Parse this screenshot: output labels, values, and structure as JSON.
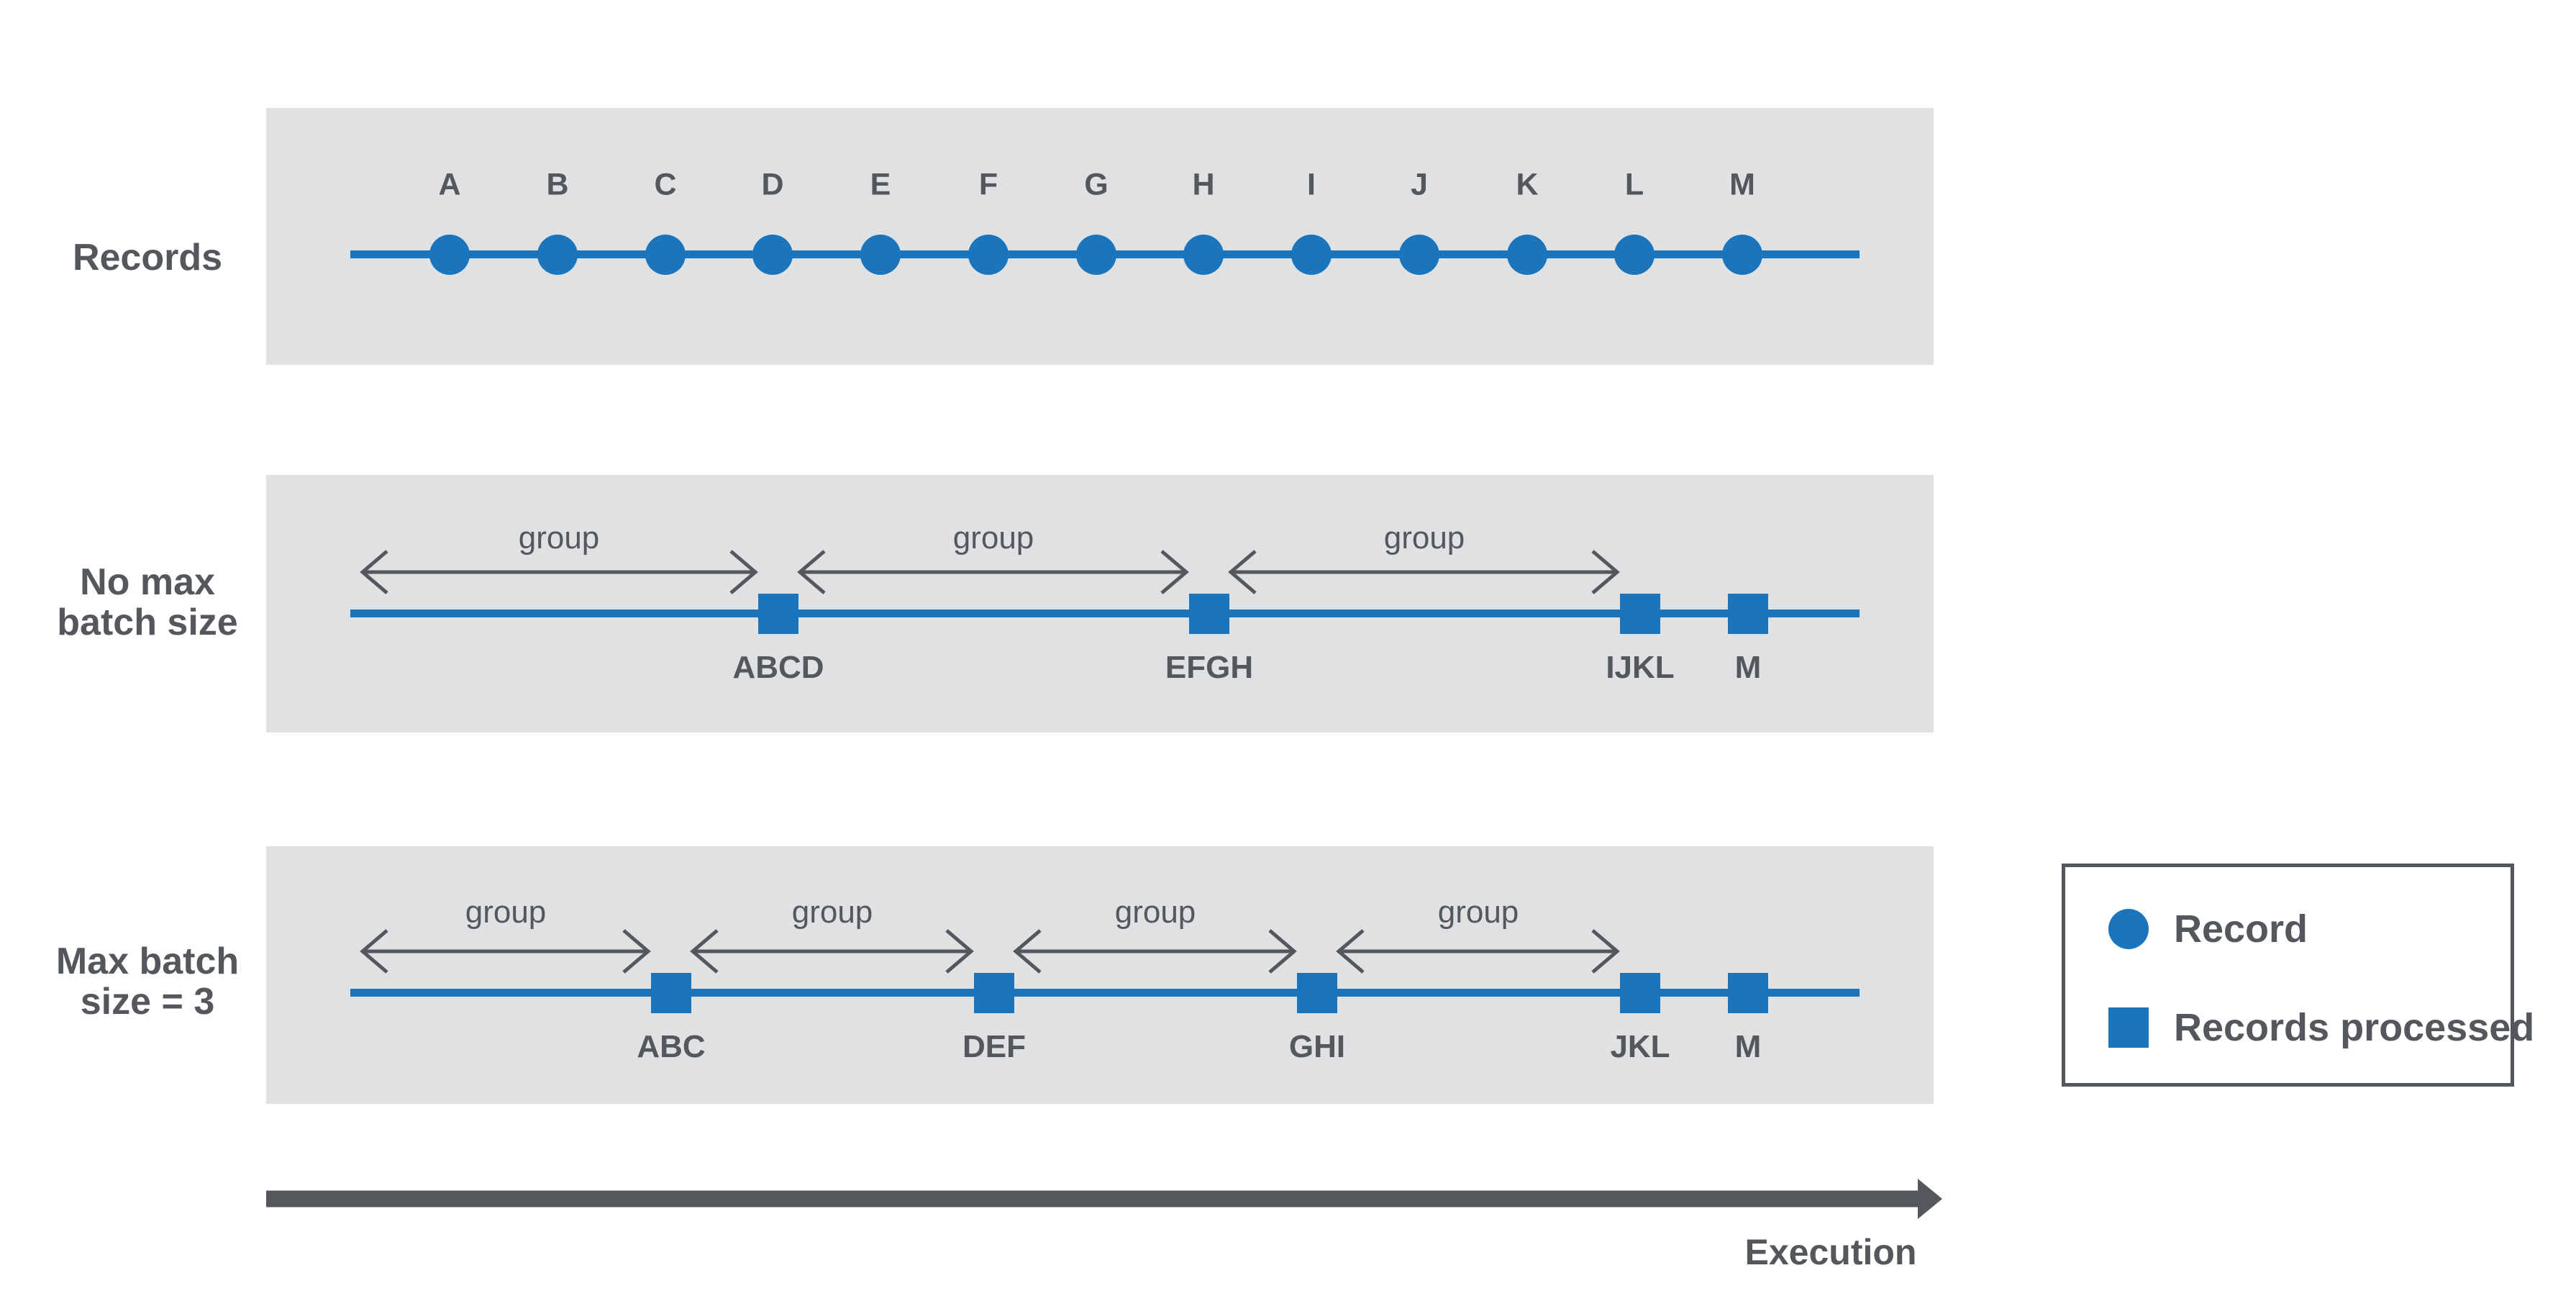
{
  "colors": {
    "record_blue": "#1B75BC",
    "panel_gray": "#E0E1E3",
    "ink_gray": "#54585C"
  },
  "records_row": {
    "label": "Records",
    "letters": [
      "A",
      "B",
      "C",
      "D",
      "E",
      "F",
      "G",
      "H",
      "I",
      "J",
      "K",
      "L",
      "M"
    ]
  },
  "batch_rows": [
    {
      "label_lines": [
        "No max",
        "batch size"
      ],
      "groups": [
        "group",
        "group",
        "group"
      ],
      "batches": [
        {
          "label": "ABCD",
          "at_letter": "D"
        },
        {
          "label": "EFGH",
          "at_letter": "H"
        },
        {
          "label": "IJKL",
          "at_letter": "L"
        },
        {
          "label": "M",
          "at_letter": "M"
        }
      ]
    },
    {
      "label_lines": [
        "Max batch",
        "size = 3"
      ],
      "groups": [
        "group",
        "group",
        "group",
        "group"
      ],
      "batches": [
        {
          "label": "ABC",
          "at_letter": "C"
        },
        {
          "label": "DEF",
          "at_letter": "F"
        },
        {
          "label": "GHI",
          "at_letter": "I"
        },
        {
          "label": "JKL",
          "at_letter": "L"
        },
        {
          "label": "M",
          "at_letter": "M"
        }
      ]
    }
  ],
  "execution": {
    "label": "Execution"
  },
  "legend": {
    "items": [
      {
        "symbol": "record-circle",
        "label": "Record"
      },
      {
        "symbol": "records-processed-square",
        "label": "Records processed"
      }
    ]
  }
}
